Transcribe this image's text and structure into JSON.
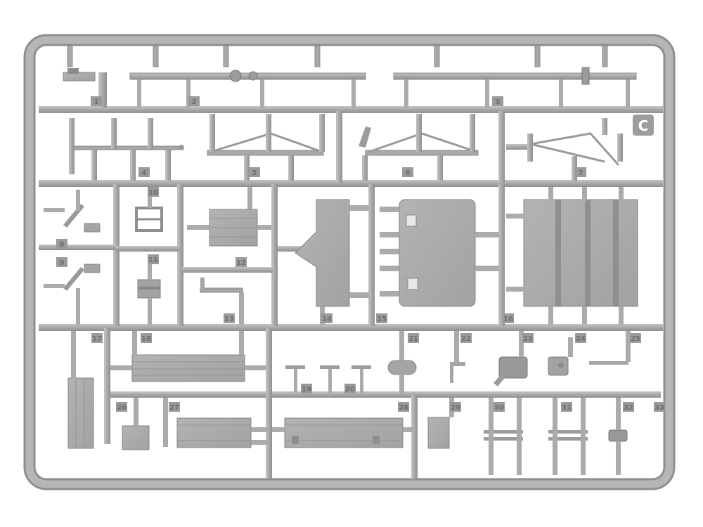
{
  "sprue": {
    "letter": "C",
    "colors": {
      "plastic": "#aeaeae",
      "plastic_dark": "#8c8c8c",
      "plastic_light": "#c8c8c8",
      "tag": "#9a9a9a",
      "background": "#ffffff"
    },
    "part_numbers": [
      "1",
      "2",
      "3",
      "4",
      "5",
      "6",
      "7",
      "8",
      "9",
      "10",
      "11",
      "12",
      "13",
      "14",
      "15",
      "16",
      "17",
      "18",
      "19",
      "20",
      "21",
      "22",
      "23",
      "24",
      "25",
      "26",
      "27",
      "28",
      "29",
      "30",
      "31",
      "32",
      "33"
    ]
  }
}
